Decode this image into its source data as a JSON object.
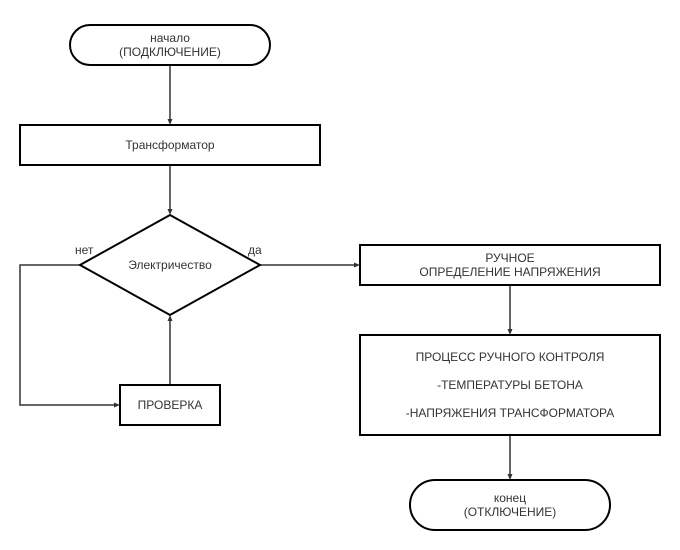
{
  "diagram": {
    "nodes": {
      "start": {
        "line1": "начало",
        "line2": "(ПОДКЛЮЧЕНИЕ)"
      },
      "transformer": {
        "label": "Трансформатор"
      },
      "decision": {
        "label": "Электричество"
      },
      "manual_voltage": {
        "line1": "РУЧНОЕ",
        "line2": "ОПРЕДЕЛЕНИЕ НАПРЯЖЕНИЯ"
      },
      "process": {
        "line1": "ПРОЦЕСС РУЧНОГО КОНТРОЛЯ",
        "line2": "-ТЕМПЕРАТУРЫ БЕТОНА",
        "line3": "-НАПРЯЖЕНИЯ ТРАНСФОРМАТОРА"
      },
      "check": {
        "label": "ПРОВЕРКА"
      },
      "end": {
        "line1": "конец",
        "line2": "(ОТКЛЮЧЕНИЕ)"
      }
    },
    "edge_labels": {
      "no": "нет",
      "yes": "да"
    }
  }
}
